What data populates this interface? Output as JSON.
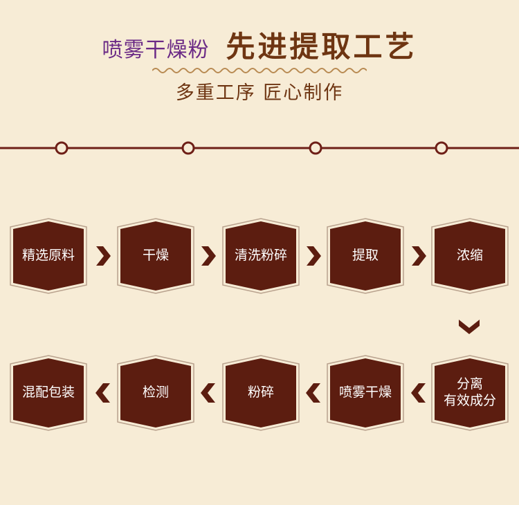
{
  "header": {
    "product": "喷雾干燥粉",
    "headline": "先进提取工艺",
    "subtitle": "多重工序 匠心制作"
  },
  "colors": {
    "background": "#f7ecd6",
    "hex_fill": "#5c1d10",
    "hex_outline": "#b9a28e",
    "accent": "#6e3512",
    "product_text": "#6b2a86"
  },
  "steps_row1": [
    {
      "label": "精选原料"
    },
    {
      "label": "干燥"
    },
    {
      "label": "清洗粉碎"
    },
    {
      "label": "提取"
    },
    {
      "label": "浓缩"
    }
  ],
  "steps_row2": [
    {
      "label": "混配包装"
    },
    {
      "label": "检测"
    },
    {
      "label": "粉碎"
    },
    {
      "label": "喷雾干燥"
    },
    {
      "label": "分离\n有效成分"
    }
  ]
}
